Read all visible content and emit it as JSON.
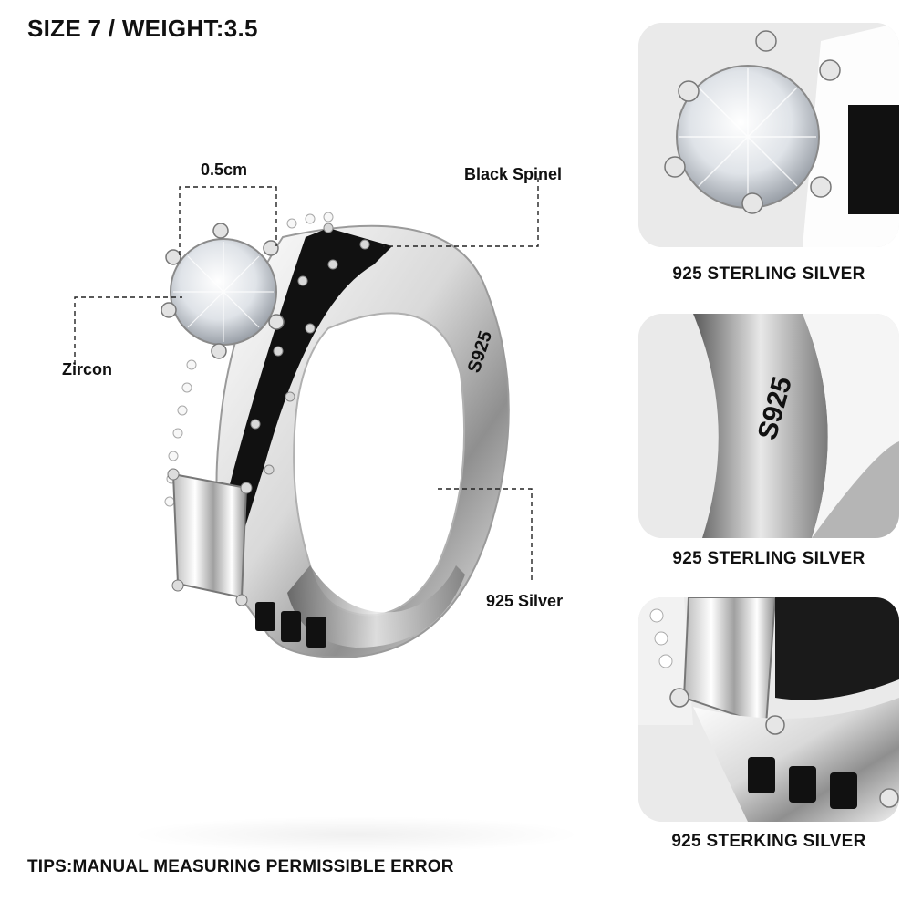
{
  "header": {
    "size_weight": "SIZE 7 / WEIGHT:3.5"
  },
  "callouts": {
    "dimension": "0.5cm",
    "black_spinel": "Black Spinel",
    "zircon": "Zircon",
    "silver": "925 Silver"
  },
  "ring": {
    "stamp": "S925"
  },
  "thumbnails": [
    {
      "caption": "925 STERLING SILVER",
      "subject": "zircon-setting"
    },
    {
      "caption": "925 STERLING SILVER",
      "subject": "s925-stamp",
      "stamp": "S925"
    },
    {
      "caption": "925 STERKING SILVER",
      "subject": "baguette-stone"
    }
  ],
  "footer": {
    "tips": "TIPS:MANUAL MEASURING PERMISSIBLE  ERROR"
  },
  "colors": {
    "silver_light": "#f4f4f4",
    "silver_dark": "#8a8a8a",
    "spinel": "#111111",
    "thumb_bg": "#eaeaea"
  }
}
